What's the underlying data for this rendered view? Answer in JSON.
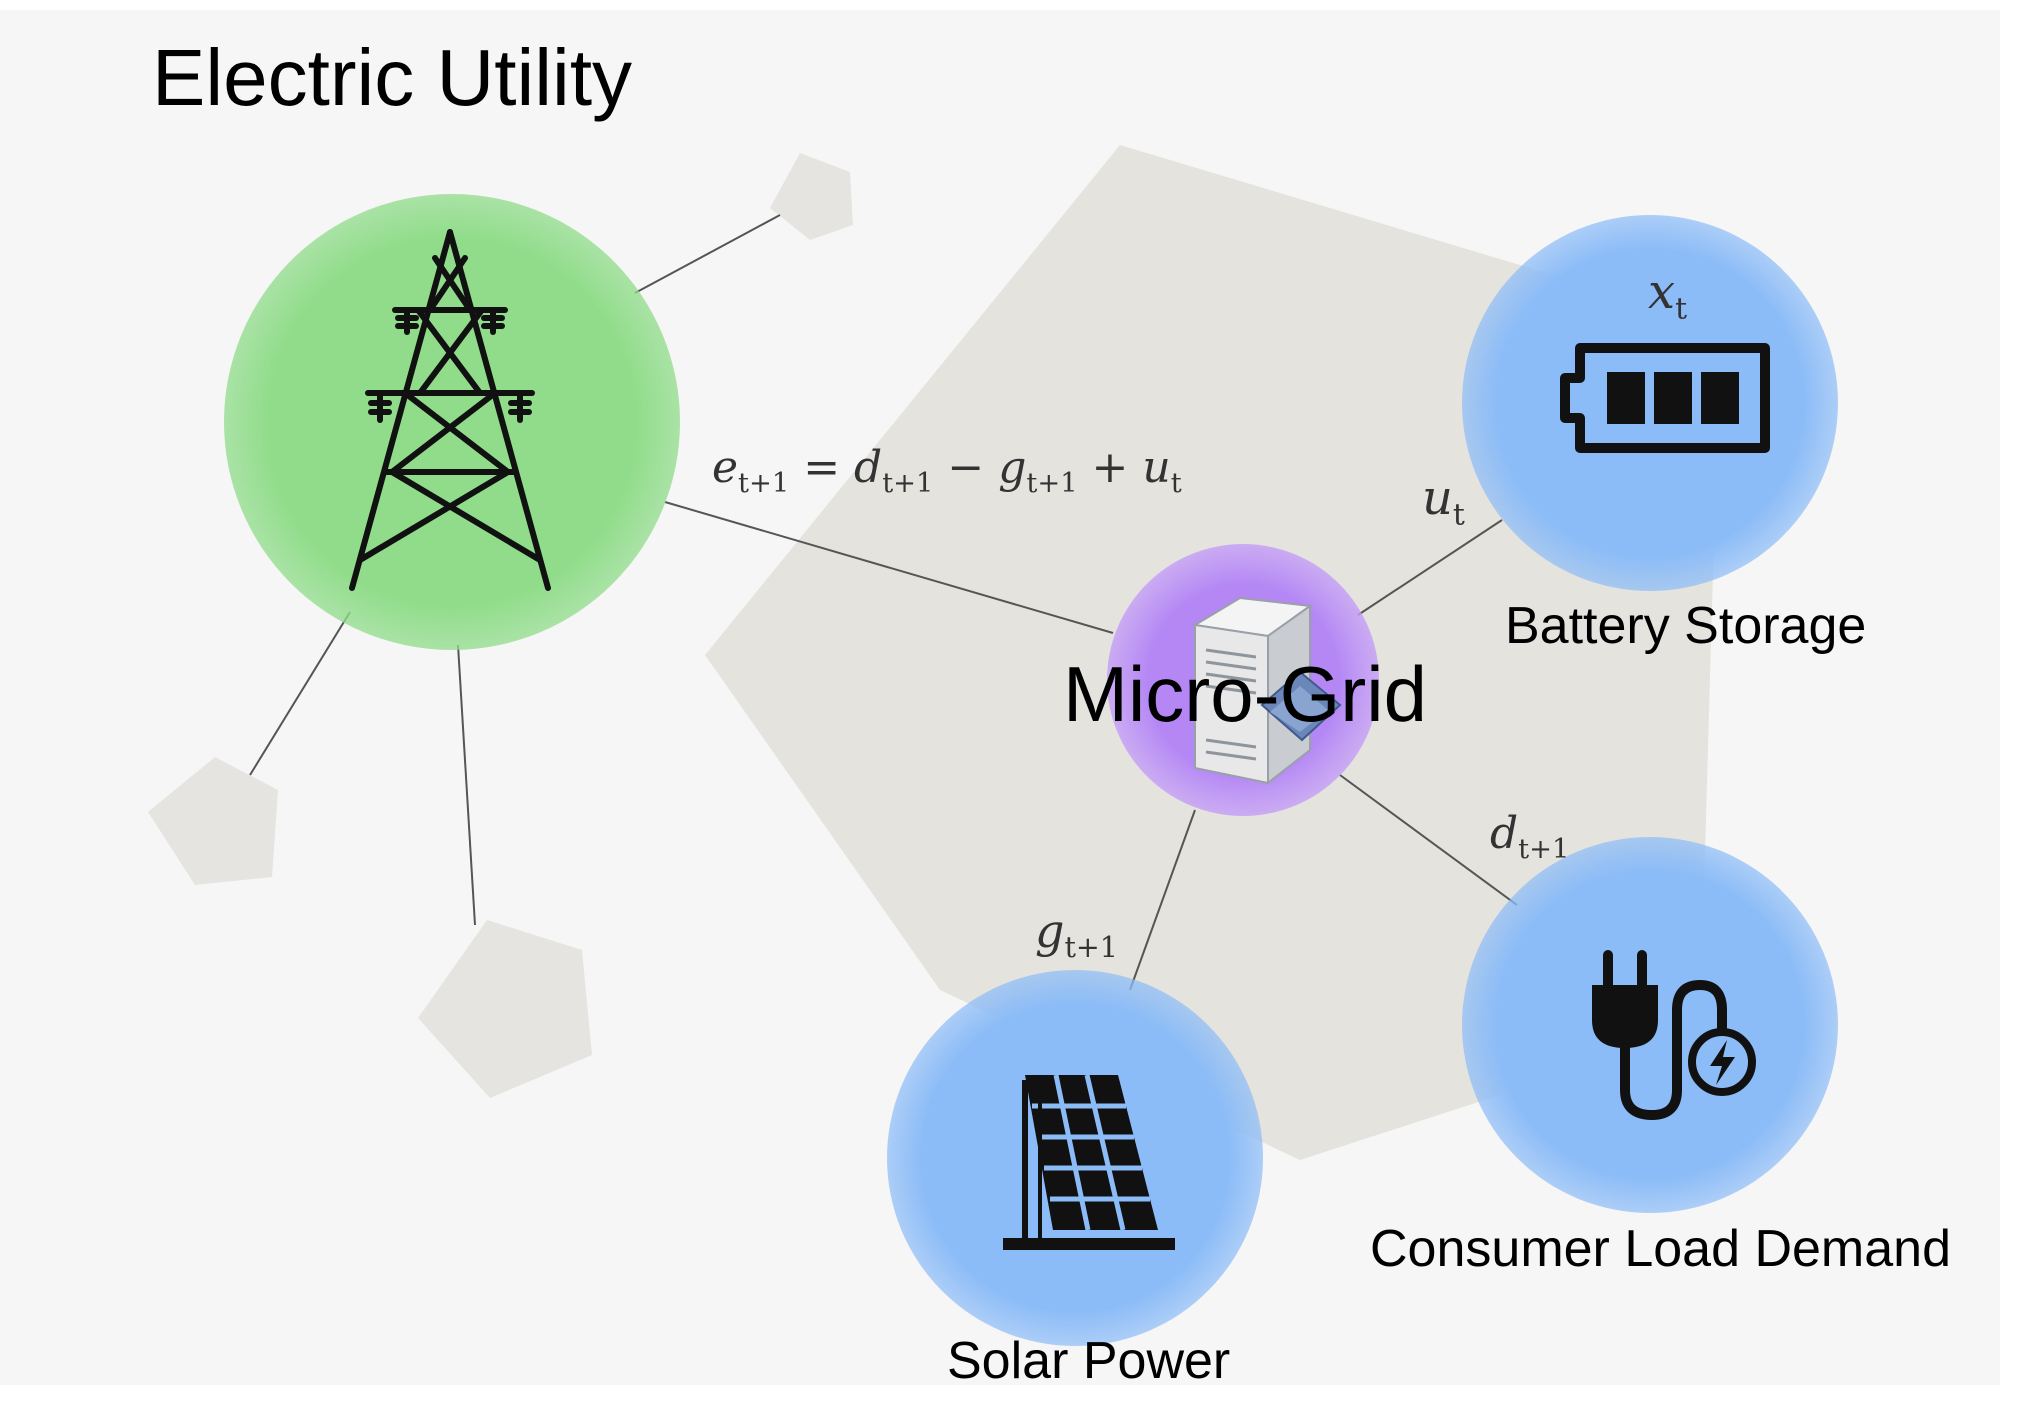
{
  "title": "Electric Utility",
  "nodes": {
    "utility": {
      "icon": "transmission-tower-icon",
      "color": "#90dc8a"
    },
    "microgrid": {
      "label": "Micro-Grid",
      "icon": "server-icon",
      "color": "#b487f5"
    },
    "battery": {
      "label": "Battery Storage",
      "icon": "battery-icon",
      "color": "#8cbcf7"
    },
    "load": {
      "label": "Consumer Load Demand",
      "icon": "plug-icon",
      "color": "#8cbcf7"
    },
    "solar": {
      "label": "Solar Power",
      "icon": "solar-panel-icon",
      "color": "#8cbcf7"
    }
  },
  "equations": {
    "energy_balance": {
      "e": "e",
      "e_sub": "t+1",
      "eq": " = ",
      "d": "d",
      "d_sub": "t+1",
      "minus": " − ",
      "g": "g",
      "g_sub": "t+1",
      "plus": " + ",
      "u": "u",
      "u_sub": "t"
    },
    "battery_state": {
      "sym": "x",
      "sub": "t"
    },
    "battery_flow": {
      "sym": "u",
      "sub": "t"
    },
    "demand": {
      "sym": "d",
      "sub": "t+1"
    },
    "generation": {
      "sym": "g",
      "sub": "t+1"
    }
  },
  "colors": {
    "background": "#f6f6f6",
    "region": "#e4e3de",
    "pentagon": "#e6e4e0",
    "edge": "#555555"
  }
}
